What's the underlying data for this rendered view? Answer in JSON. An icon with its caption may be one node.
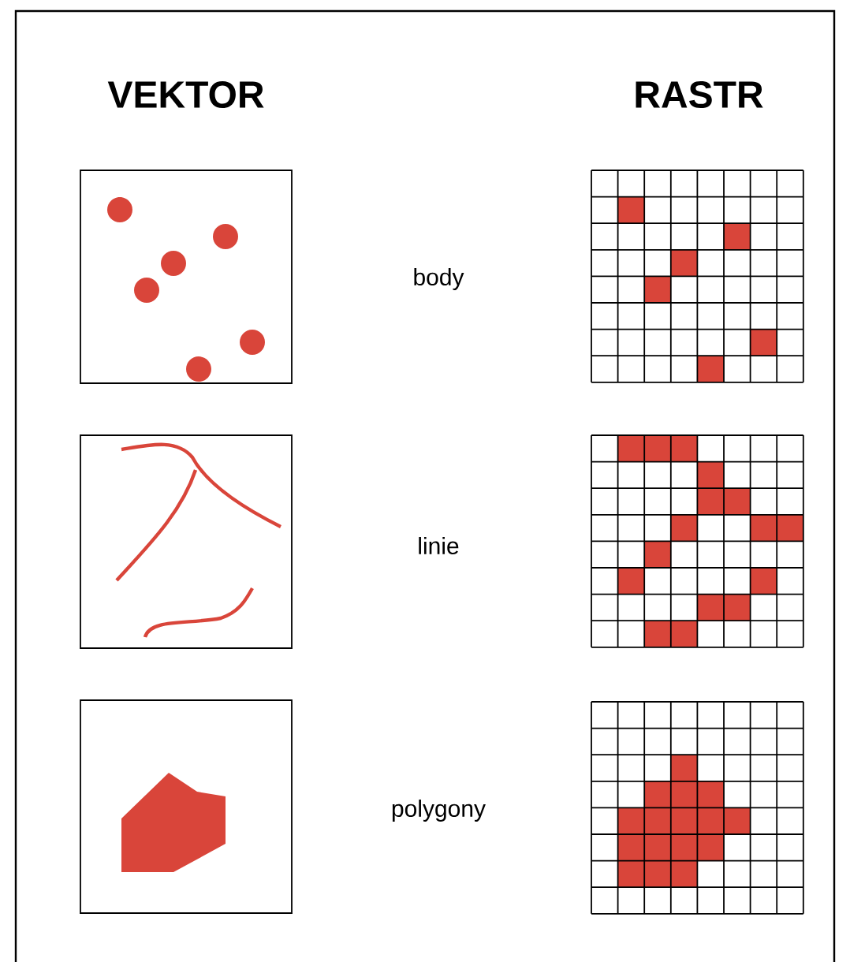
{
  "diagram": {
    "labels": [
      "VEKTOR",
      "RASTR",
      "body",
      "linie",
      "polygony"
    ]
  }
}
